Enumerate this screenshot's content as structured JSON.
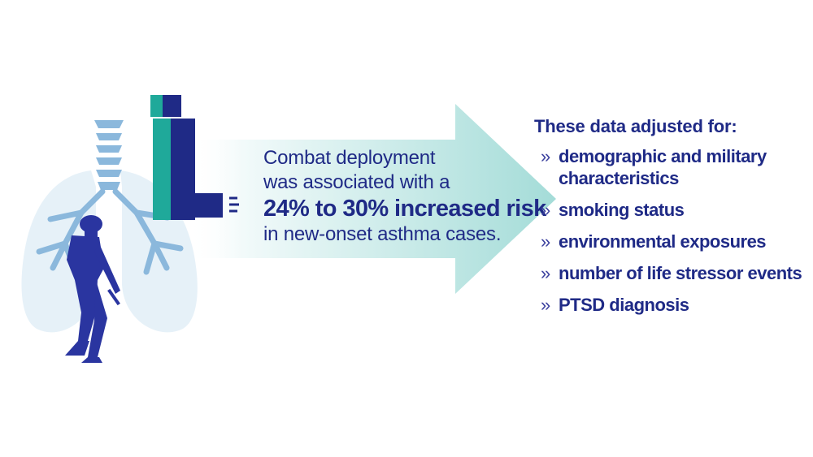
{
  "arrow_text": {
    "line1": "Combat deployment",
    "line2": "was associated with a",
    "line3": "24% to 30% increased risk",
    "line4": "in new-onset asthma cases."
  },
  "adjusted": {
    "title": "These data adjusted for:",
    "bullet": "»",
    "items": [
      {
        "label": "demographic and military characteristics"
      },
      {
        "label": "smoking status"
      },
      {
        "label": "environmental exposures"
      },
      {
        "label": "number of life stressor events"
      },
      {
        "label": "PTSD diagnosis"
      }
    ]
  },
  "colors": {
    "navy": "#1f2a86",
    "teal": "#1fa99a",
    "lung_fill": "#e6f1f8",
    "bronchi": "#8bb8dc",
    "arrow_light": "#eaf6f6",
    "arrow_dark": "#a4dcd8"
  },
  "icons": [
    "lungs-icon",
    "inhaler-icon",
    "soldier-icon",
    "arrow-icon"
  ]
}
